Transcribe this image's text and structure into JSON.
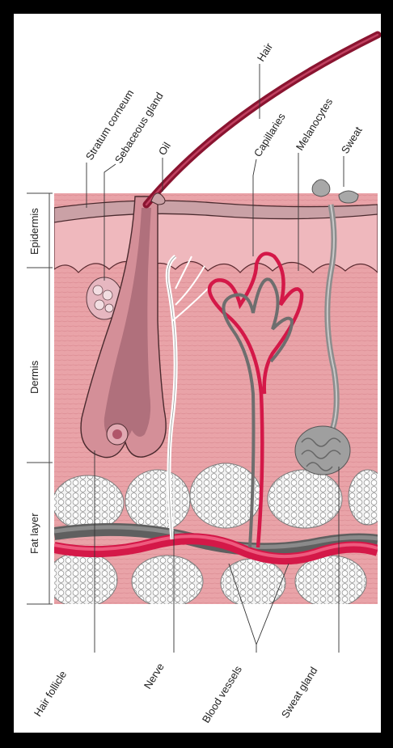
{
  "title": "",
  "layers": {
    "epidermis": "Epidermis",
    "dermis": "Dermis",
    "fat_layer": "Fat layer"
  },
  "labels_top": {
    "stratum_corneum": "Stratum corneum",
    "sebaceous_gland": "Sebaceous gland",
    "oil": "Oil",
    "hair": "Hair",
    "capillaries": "Capillaries",
    "melanocytes": "Melanocytes",
    "sweat": "Sweat"
  },
  "labels_bottom": {
    "hair_follicle": "Hair follicle",
    "nerve": "Nerve",
    "blood_vessels": "Blood vessels",
    "sweat_gland": "Sweat gland"
  },
  "colors": {
    "frame": "#000000",
    "background": "#ffffff",
    "epidermis": "#e8aab0",
    "stratum": "#d89aa2",
    "dermis": "#e7a0a5",
    "fat": "#f3f3f3",
    "artery": "#d8194a",
    "vein": "#6e6e6e",
    "hair": "#9b1a38",
    "sweat_gland": "#9a9a9a"
  }
}
